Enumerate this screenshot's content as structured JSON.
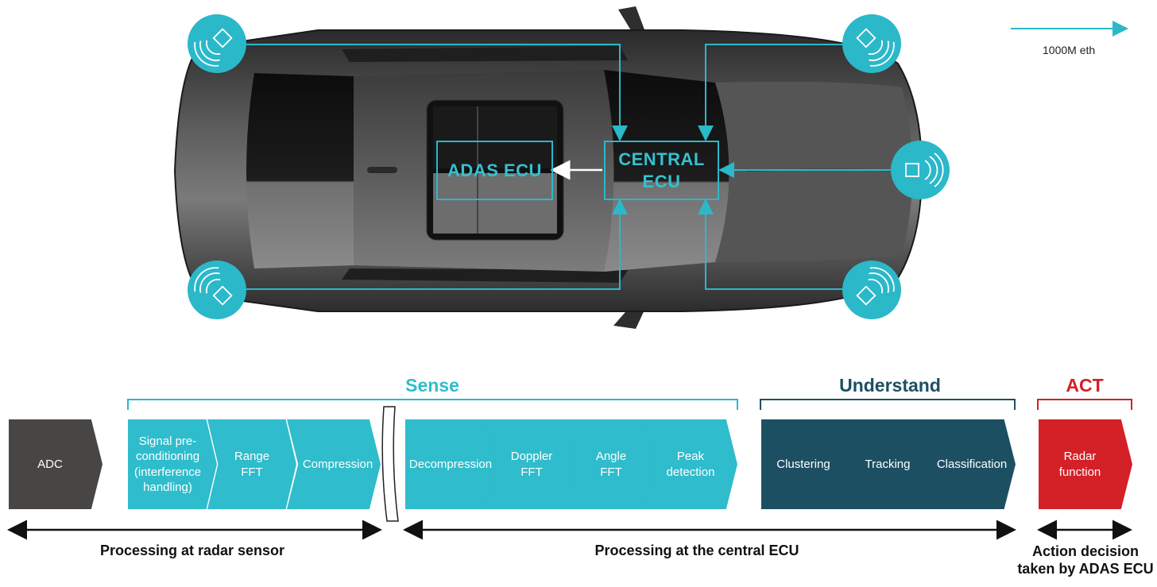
{
  "colors": {
    "teal": "#2fbccc",
    "dark_teal": "#1d4f63",
    "red": "#d42027",
    "gray": "#474645"
  },
  "car": {
    "central_ecu_label": "CENTRAL\nECU",
    "adas_ecu_label": "ADAS ECU"
  },
  "legend": {
    "label": "1000M eth"
  },
  "phases": {
    "sense": "Sense",
    "understand": "Understand",
    "act": "ACT"
  },
  "steps": {
    "adc": "ADC",
    "signal": "Signal pre-\nconditioning\n(interference\nhandling)",
    "range_fft": "Range\nFFT",
    "compression": "Compression",
    "decompression": "Decompression",
    "doppler_fft": "Doppler\nFFT",
    "angle_fft": "Angle\nFFT",
    "peak_detection": "Peak\ndetection",
    "clustering": "Clustering",
    "tracking": "Tracking",
    "classification": "Classification",
    "radar_function": "Radar\nfunction"
  },
  "ranges": {
    "sensor": "Processing at radar sensor",
    "central": "Processing at the central ECU",
    "action": "Action decision\ntaken by ADAS ECU"
  }
}
